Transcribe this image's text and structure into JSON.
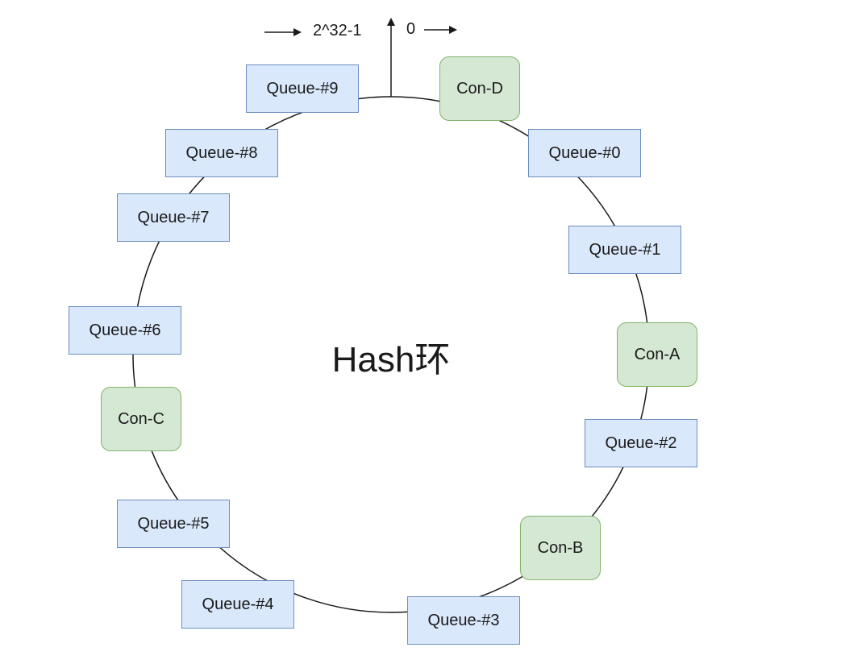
{
  "diagram": {
    "center_label": "Hash环",
    "start_label": "0",
    "end_label": "2^32-1",
    "colors": {
      "queue_fill": "#dae8fc",
      "queue_border": "#6c8ebf",
      "consumer_fill": "#d5e8d4",
      "consumer_border": "#82b366",
      "ring_stroke": "#1a1a1a"
    },
    "queues": [
      {
        "label": "Queue-#0"
      },
      {
        "label": "Queue-#1"
      },
      {
        "label": "Queue-#2"
      },
      {
        "label": "Queue-#3"
      },
      {
        "label": "Queue-#4"
      },
      {
        "label": "Queue-#5"
      },
      {
        "label": "Queue-#6"
      },
      {
        "label": "Queue-#7"
      },
      {
        "label": "Queue-#8"
      },
      {
        "label": "Queue-#9"
      }
    ],
    "consumers": [
      {
        "label": "Con-A"
      },
      {
        "label": "Con-B"
      },
      {
        "label": "Con-C"
      },
      {
        "label": "Con-D"
      }
    ]
  }
}
